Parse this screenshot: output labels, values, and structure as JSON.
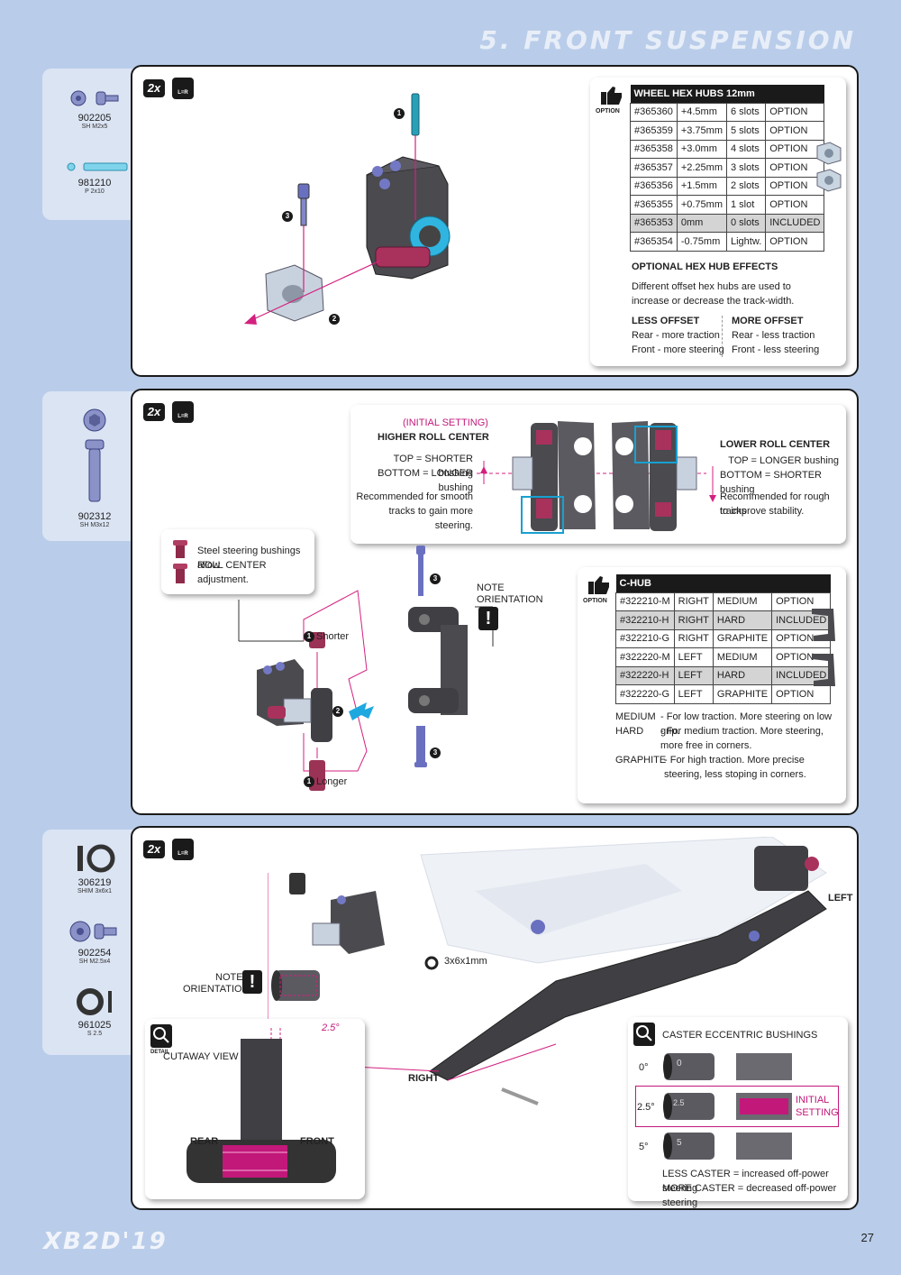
{
  "header": {
    "section_title": "5. FRONT SUSPENSION"
  },
  "footer": {
    "logo": "XB2D'19",
    "page_number": "27"
  },
  "common": {
    "badge_2x": "2x",
    "lr_label": "L=R",
    "option_label": "OPTION",
    "detail_label": "DETAIL"
  },
  "step1": {
    "parts": [
      {
        "num": "902205",
        "desc": "SH M2x5"
      },
      {
        "num": "981210",
        "desc": "P 2x10"
      }
    ],
    "callouts": [
      "1",
      "2",
      "3"
    ],
    "hex_table": {
      "title": "WHEEL HEX HUBS 12mm",
      "rows": [
        [
          "#365360",
          "+4.5mm",
          "6 slots",
          "OPTION"
        ],
        [
          "#365359",
          "+3.75mm",
          "5 slots",
          "OPTION"
        ],
        [
          "#365358",
          "+3.0mm",
          "4 slots",
          "OPTION"
        ],
        [
          "#365357",
          "+2.25mm",
          "3 slots",
          "OPTION"
        ],
        [
          "#365356",
          "+1.5mm",
          "2 slots",
          "OPTION"
        ],
        [
          "#365355",
          "+0.75mm",
          "1 slot",
          "OPTION"
        ],
        [
          "#365353",
          "0mm",
          "0 slots",
          "INCLUDED"
        ],
        [
          "#365354",
          "-0.75mm",
          "Lightw.",
          "OPTION"
        ]
      ]
    },
    "effects_title": "OPTIONAL HEX HUB EFFECTS",
    "effects_text": "Different offset hex hubs are used to increase or decrease the track-width.",
    "less_offset": {
      "title": "LESS OFFSET",
      "line1": "Rear - more traction",
      "line2": "Front - more steering"
    },
    "more_offset": {
      "title": "MORE OFFSET",
      "line1": "Rear - less traction",
      "line2": "Front - less steering"
    }
  },
  "step2": {
    "parts": [
      {
        "num": "902312",
        "desc": "SH M3x12"
      }
    ],
    "roll_center": {
      "initial": "(INITIAL SETTING)",
      "higher_title": "HIGHER ROLL CENTER",
      "higher_l1": "TOP = SHORTER bushing",
      "higher_l2": "BOTTOM = LONGER bushing",
      "higher_r1": "Recommended for smooth",
      "higher_r2": "tracks to gain more steering.",
      "lower_title": "LOWER ROLL CENTER",
      "lower_l1": "TOP = LONGER bushing",
      "lower_l2": "BOTTOM = SHORTER bushing",
      "lower_r1": "Recommended for rough tracks",
      "lower_r2": "to improve stability."
    },
    "bushing_note_1": "Steel steering bushings allow",
    "bushing_note_2": "ROLL CENTER adjustment.",
    "shorter": "Shorter",
    "longer": "Longer",
    "note_orientation_1": "NOTE",
    "note_orientation_2": "ORIENTATION",
    "callouts": [
      "1",
      "2",
      "3",
      "3",
      "1"
    ],
    "chub_table": {
      "title": "C-HUB",
      "rows": [
        [
          "#322210-M",
          "RIGHT",
          "MEDIUM",
          "OPTION"
        ],
        [
          "#322210-H",
          "RIGHT",
          "HARD",
          "INCLUDED"
        ],
        [
          "#322210-G",
          "RIGHT",
          "GRAPHITE",
          "OPTION"
        ],
        [
          "#322220-M",
          "LEFT",
          "MEDIUM",
          "OPTION"
        ],
        [
          "#322220-H",
          "LEFT",
          "HARD",
          "INCLUDED"
        ],
        [
          "#322220-G",
          "LEFT",
          "GRAPHITE",
          "OPTION"
        ]
      ]
    },
    "materials": [
      {
        "name": "MEDIUM",
        "text": "- For low traction. More steering on low grip."
      },
      {
        "name": "HARD",
        "text": "- For medium traction. More steering, more free in corners."
      },
      {
        "name": "GRAPHITE",
        "text": "- For high traction. More precise steering, less stoping in corners."
      }
    ]
  },
  "step3": {
    "parts": [
      {
        "num": "306219",
        "desc": "SHIM 3x6x1"
      },
      {
        "num": "902254",
        "desc": "SH M2.5x4"
      },
      {
        "num": "961025",
        "desc": "S 2.5"
      }
    ],
    "shim_label": "3x6x1mm",
    "note_orientation_1": "NOTE",
    "note_orientation_2": "ORIENTATION",
    "left_label": "LEFT",
    "right_label": "RIGHT",
    "cutaway": {
      "title": "CUTAWAY VIEW",
      "angle": "2.5°",
      "rear": "REAR",
      "front": "FRONT"
    },
    "caster": {
      "title": "CASTER ECCENTRIC BUSHINGS",
      "rows": [
        {
          "angle": "0°",
          "mark": "0"
        },
        {
          "angle": "2.5°",
          "mark": "2.5"
        },
        {
          "angle": "5°",
          "mark": "5"
        }
      ],
      "initial_1": "INITIAL",
      "initial_2": "SETTING",
      "less": "LESS CASTER = increased off-power steering",
      "more": "MORE CASTER = decreased off-power steering"
    }
  }
}
